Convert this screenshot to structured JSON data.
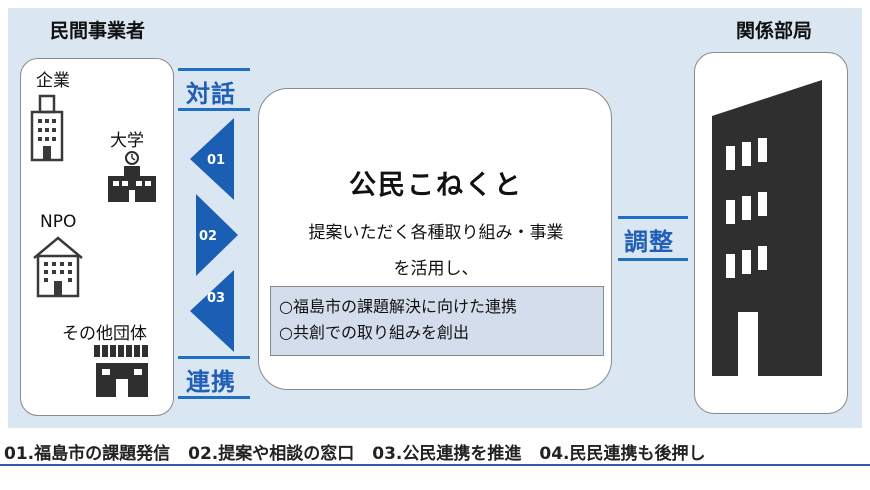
{
  "left_section": {
    "heading": "民間事業者",
    "items": [
      {
        "label": "企業",
        "icon": "office-building-icon"
      },
      {
        "label": "大学",
        "icon": "school-building-icon"
      },
      {
        "label": "NPO",
        "icon": "house-building-icon"
      },
      {
        "label": "その他団体",
        "icon": "shop-building-icon"
      }
    ]
  },
  "right_section": {
    "heading": "関係部局",
    "icon": "tall-office-building-icon"
  },
  "dialogue": {
    "top_word": "対話",
    "bottom_word": "連携",
    "steps": [
      "01",
      "02",
      "03"
    ]
  },
  "center": {
    "title": "公民こねくと",
    "line1": "提案いただく各種取り組み・事業",
    "line2": "を活用し、",
    "bullets": [
      "○福島市の課題解決に向けた連携",
      "○共創での取り組みを創出"
    ]
  },
  "coordination": {
    "word": "調整"
  },
  "footer": {
    "items": [
      "01.福島市の課題発信",
      "02.提案や相談の窓口",
      "03.公民連携を推進",
      "04.民民連携も後押し"
    ]
  },
  "colors": {
    "panel_bg": "#dbe6f3",
    "accent_blue": "#1f6fc4",
    "arrow_dark": "#1a5fb4",
    "icon_dark": "#2f2f2f"
  }
}
